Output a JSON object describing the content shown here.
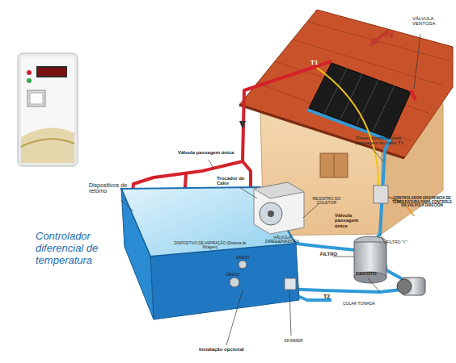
{
  "diagram": {
    "labels": [
      "N",
      "VÁLVULA VENTOSA",
      "T1",
      "Prever conduíte para passagem do cabo T1",
      "Válvula passagem única",
      "Dispositivos de retorno",
      "Trocador de Calor",
      "REGISTRO DO COLETOR",
      "CONTROLADOR DIFERENCIA DE TEMPERATURA PARA CONTROLE DA VÁLVULA DIRECION",
      "Válvula passagem única",
      "FILTRO \"Y\"",
      "DISPOSITIVO DE ASPIRAÇÃO (Sistema de filtragem)",
      "VÁLVULA DIRECIONADORA",
      "FILTRO",
      "ESGOTO",
      "DRENO",
      "DRENO",
      "T2",
      "COLAR TOMADA",
      "SKIMMER",
      "Instalação opcional",
      "Controlador diferencial de temperatura"
    ]
  }
}
